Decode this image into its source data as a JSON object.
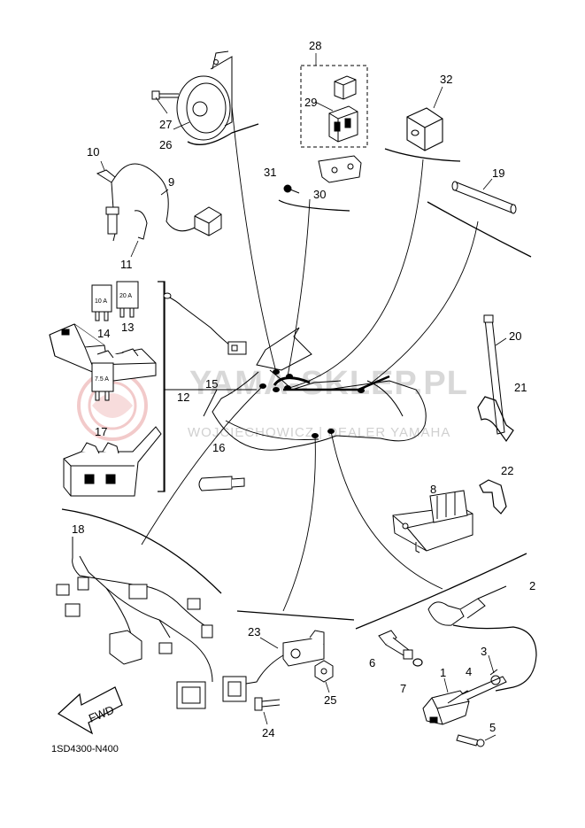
{
  "watermark": {
    "main": "YAMA-SKLEP.PL",
    "sub": "WOJCIECHOWICZ | DEALER YAMAHA"
  },
  "diagram_code": "1SD4300-N400",
  "fwd_label": "FWD",
  "fuse_labels": {
    "f14": "10 A",
    "f13": "20 A",
    "f17": "7.5 A"
  },
  "callouts": {
    "c1": "1",
    "c2": "2",
    "c3": "3",
    "c4": "4",
    "c5": "5",
    "c6": "6",
    "c7": "7",
    "c8": "8",
    "c9": "9",
    "c10": "10",
    "c11": "11",
    "c12": "12",
    "c13": "13",
    "c14": "14",
    "c15": "15",
    "c16": "16",
    "c17": "17",
    "c18": "18",
    "c19": "19",
    "c20": "20",
    "c21": "21",
    "c22": "22",
    "c23": "23",
    "c24": "24",
    "c25": "25",
    "c26": "26",
    "c27": "27",
    "c28": "28",
    "c29": "29",
    "c30": "30",
    "c31": "31",
    "c32": "32"
  },
  "colors": {
    "line": "#000000",
    "watermark": "#d8d8d8",
    "logo": "#e8a0a0"
  }
}
